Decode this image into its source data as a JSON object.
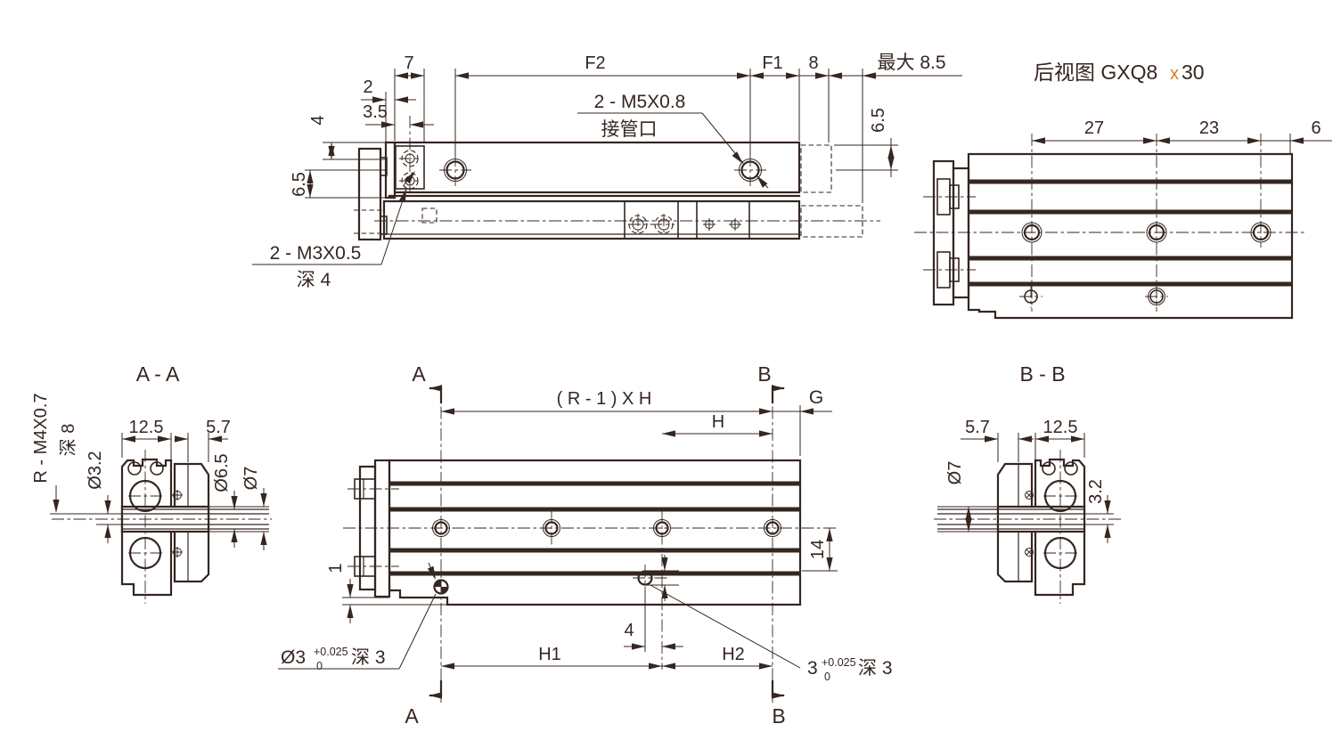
{
  "colors": {
    "line": "#352620",
    "accent_x": "#d97c2b",
    "background": "#ffffff"
  },
  "top_view": {
    "dims": {
      "d7": "7",
      "d2": "2",
      "d35": "3.5",
      "d4": "4",
      "d65_left": "6.5",
      "f2": "F2",
      "f1": "F1",
      "d8": "8",
      "dmax": "最大 8.5",
      "d65_right": "6.5"
    },
    "labels": {
      "port1": "2 - M5X0.8",
      "port2": "接管口",
      "m3": "2 - M3X0.5",
      "m3_depth": "深 4"
    }
  },
  "rear_view": {
    "title": "后视图 GXQ8",
    "title_x": "x",
    "title_size": "30",
    "dims": {
      "d27": "27",
      "d23": "23",
      "d6": "6"
    }
  },
  "section_aa": {
    "title": "A - A",
    "dims": {
      "d125": "12.5",
      "d57": "5.7",
      "rm4": "R - M4X0.7",
      "rm4_depth": "深 8",
      "d32": "Ø3.2",
      "d65": "Ø6.5",
      "d7": "Ø7"
    }
  },
  "section_bb": {
    "title": "B - B",
    "dims": {
      "d57": "5.7",
      "d125": "12.5",
      "d7": "Ø7",
      "d32": "3.2"
    }
  },
  "main_view": {
    "marks": {
      "a": "A",
      "b": "B",
      "g": "G"
    },
    "dims": {
      "rxh": "( R - 1 ) X H",
      "h": "H",
      "d14": "14",
      "d4": "4",
      "d1": "1",
      "h1": "H1",
      "h2": "H2"
    },
    "pin_left": {
      "base": "Ø3",
      "tol_sup": "+0.025",
      "tol_sub": "0",
      "depth": "深 3"
    },
    "pin_right": {
      "base": "3",
      "tol_sup": "+0.025",
      "tol_sub": "0",
      "depth": "深 3"
    }
  }
}
